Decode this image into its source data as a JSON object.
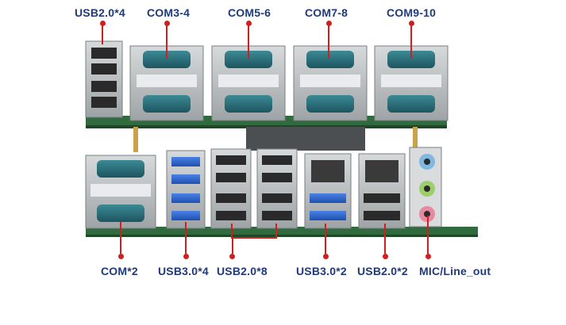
{
  "labels": {
    "usb20x4": "USB2.0*4",
    "com3_4": "COM3-4",
    "com5_6": "COM5-6",
    "com7_8": "COM7-8",
    "com9_10": "COM9-10",
    "comx2": "COM*2",
    "usb30x4": "USB3.0*4",
    "usb20x8": "USB2.0*8",
    "usb30x2": "USB3.0*2",
    "usb20x2": "USB2.0*2",
    "mic_line_out": "MIC/Line_out"
  },
  "colors": {
    "label_text": "#1f3a7a",
    "pointer": "#d11f1f",
    "pcb_green": "#2f6b3c",
    "metal": "#b9bdbf",
    "usb3_blue": "#2f62c9",
    "db9_teal": "#2c6a74",
    "audio_blue": "#7fb8e0",
    "audio_green": "#9cce6a",
    "audio_pink": "#e58aa0"
  }
}
